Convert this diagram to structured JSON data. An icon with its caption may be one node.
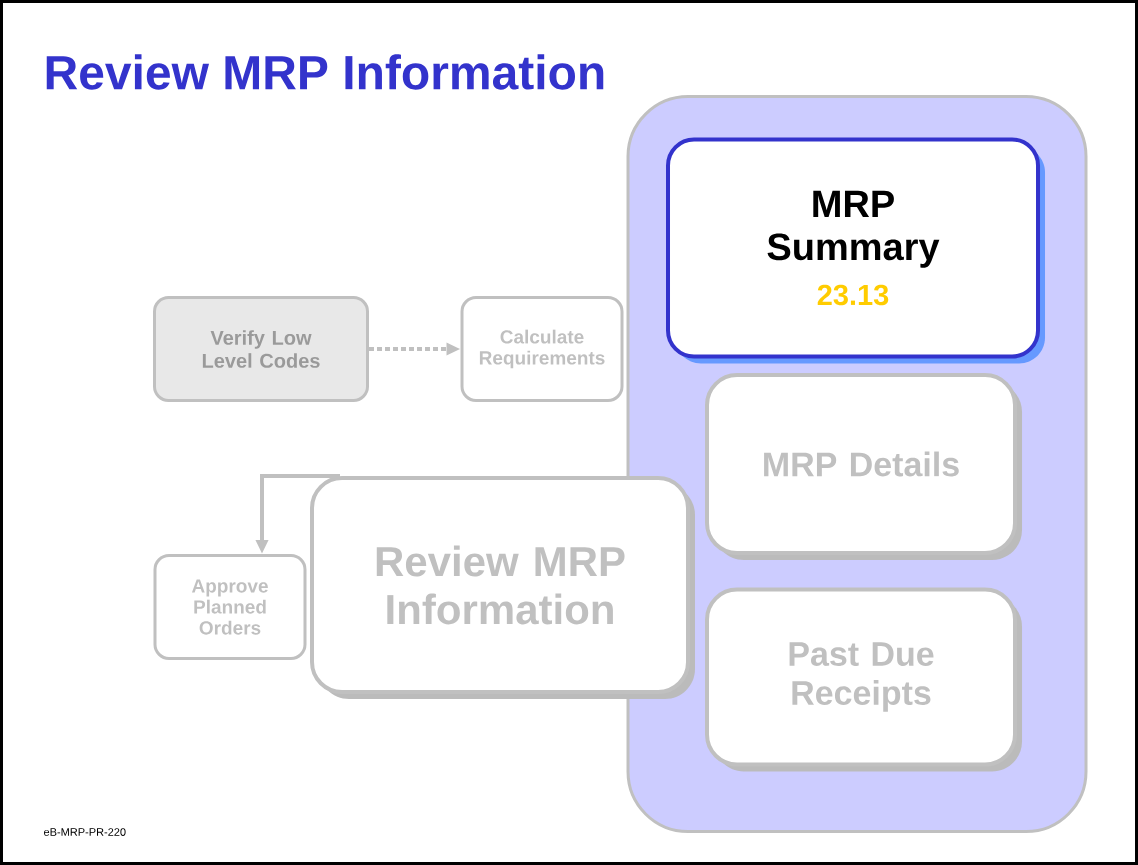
{
  "diagram": {
    "title": "Review MRP Information",
    "nodes": [
      {
        "text": [
          "Verify Low Level Codes"
        ]
      },
      {
        "text": [
          "Calculate Requirements"
        ]
      },
      {
        "text": [
          "Approve Planned Orders"
        ]
      },
      {
        "text": [
          "Review MRP Information"
        ]
      },
      {
        "text": [],
        "shape": "box"
      },
      {
        "text": [
          "MRP Summary",
          "23.13"
        ],
        "in": 4
      },
      {
        "text": [
          "MRP Details"
        ],
        "in": 4
      },
      {
        "text": [
          "Past Due Receipts"
        ],
        "in": 4
      }
    ],
    "edges": [
      {
        "from": 0,
        "to": 1,
        "arrow": "to",
        "style": "dashed"
      },
      {
        "from": 3,
        "to": 2,
        "arrow": "to"
      }
    ],
    "labels": [
      "eB-MRP-PR-220"
    ]
  }
}
